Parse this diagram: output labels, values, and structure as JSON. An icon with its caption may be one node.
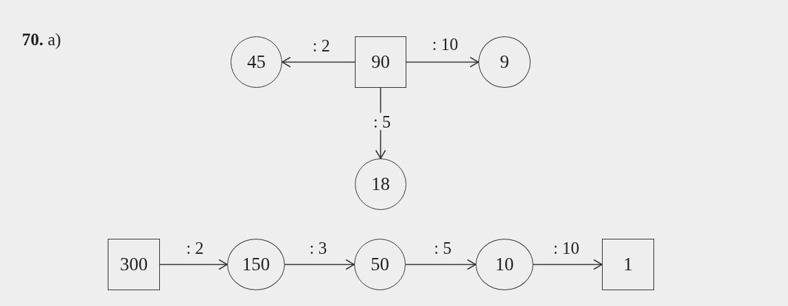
{
  "diagram": {
    "nodes": [
      {
        "text": [
          "45"
        ]
      },
      {
        "text": [
          "90"
        ]
      },
      {
        "text": [
          "9"
        ]
      },
      {
        "text": [
          "18"
        ]
      },
      {
        "text": [
          "300"
        ]
      },
      {
        "text": [
          "150"
        ]
      },
      {
        "text": [
          "50"
        ]
      },
      {
        "text": [
          "10"
        ]
      },
      {
        "text": [
          "1"
        ]
      }
    ],
    "edges": [
      {
        "from": 1,
        "to": 0,
        "arrow": "to",
        "label": ": 2"
      },
      {
        "from": 1,
        "to": 2,
        "arrow": "to",
        "label": ": 10"
      },
      {
        "from": 1,
        "to": 3,
        "arrow": "to",
        "label": ": 5"
      },
      {
        "from": 4,
        "to": 5,
        "arrow": "to",
        "label": ": 2"
      },
      {
        "from": 5,
        "to": 6,
        "arrow": "to",
        "label": ": 3"
      },
      {
        "from": 6,
        "to": 7,
        "arrow": "to",
        "label": ": 5"
      },
      {
        "from": 7,
        "to": 8,
        "arrow": "to",
        "label": ": 10"
      }
    ],
    "labels": [
      "**70.** а)"
    ]
  }
}
